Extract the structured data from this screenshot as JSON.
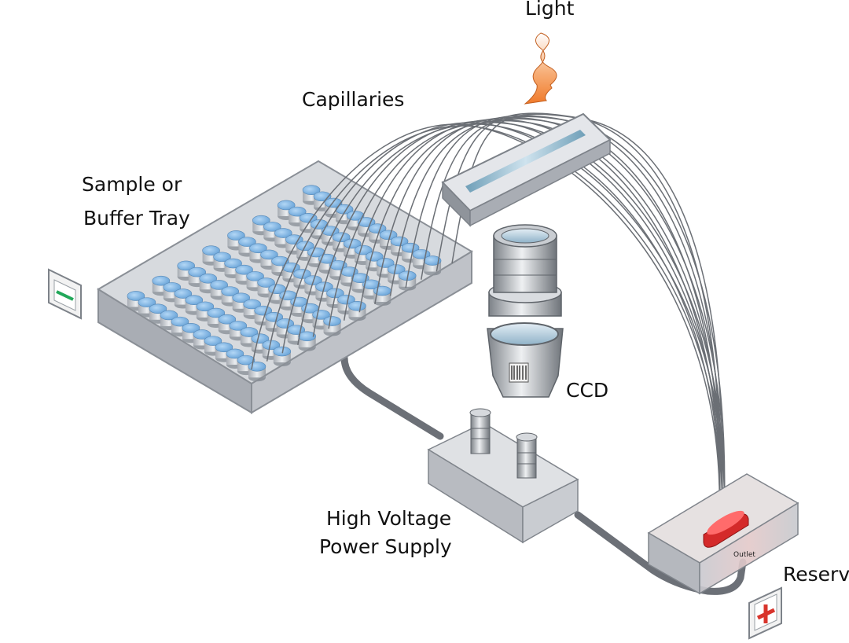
{
  "labels": {
    "light": "Light",
    "capillaries": "Capillaries",
    "tray_line1": "Sample or",
    "tray_line2": "Buffer Tray",
    "ccd": "CCD",
    "power_line1": "High Voltage",
    "power_line2": "Power Supply",
    "reservoir": "Reserv",
    "outlet": "Outlet"
  },
  "electrodes": {
    "negative": "minus-sign",
    "positive": "plus-sign"
  },
  "colors": {
    "well_blue": "#5aa0dc",
    "tray_grey": "#b9bcc3",
    "cable_grey": "#6c7077",
    "light_orange": "#f07a2a",
    "outlet_red": "#d42a2a",
    "minus_green": "#22a85a",
    "plus_red": "#d8342c"
  }
}
